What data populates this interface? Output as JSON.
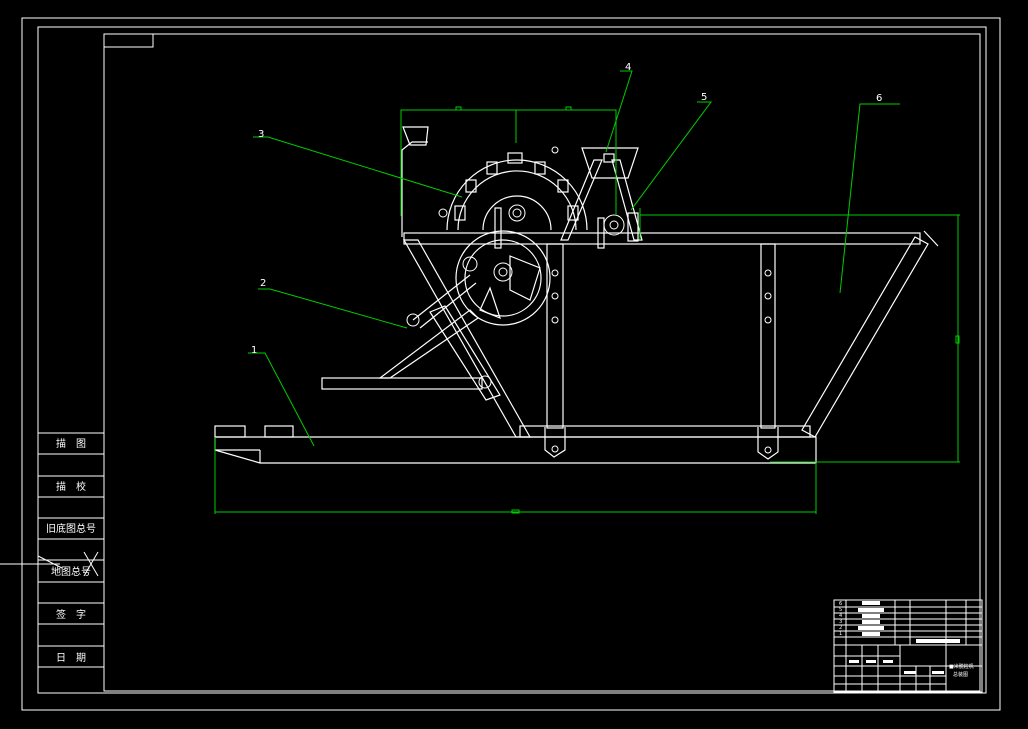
{
  "side_panel": {
    "rows": [
      "描　图",
      "描　校",
      "旧底图总号",
      "地图总号",
      "签　字",
      "日　期"
    ]
  },
  "part_labels": [
    "1",
    "2",
    "3",
    "4",
    "5",
    "6"
  ],
  "title_block": {
    "title_line1": "■米脱粒机",
    "title_line2": "总装图",
    "item_numbers": [
      "6",
      "5",
      "4",
      "3",
      "2",
      "1"
    ]
  },
  "colors": {
    "background": "#000000",
    "geometry": "#ffffff",
    "dimensions_and_leaders": "#00cc00"
  }
}
